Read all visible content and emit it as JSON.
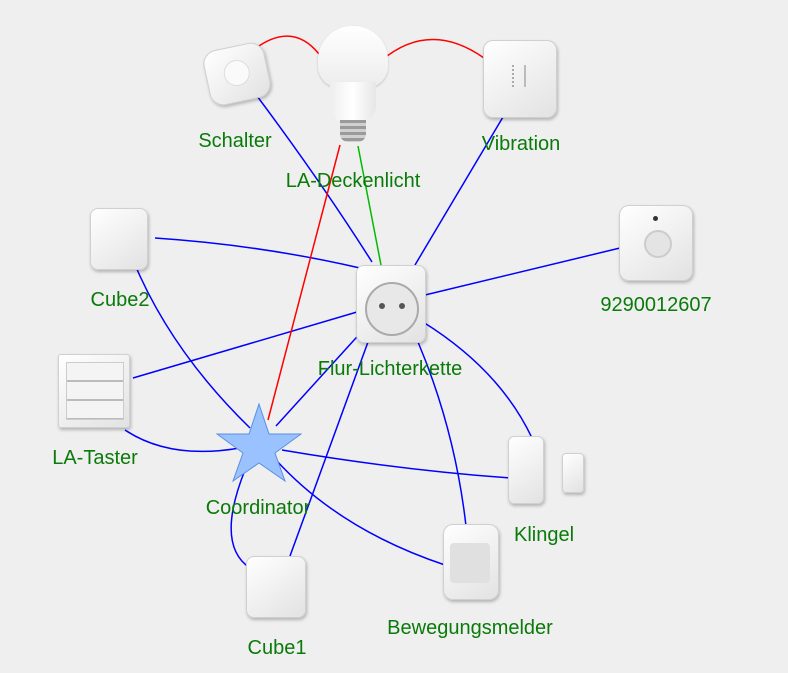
{
  "nodes": [
    {
      "id": "schalter",
      "label": "Schalter",
      "icon": "aqara-switch-icon"
    },
    {
      "id": "bulb",
      "label": "LA-Deckenlicht",
      "icon": "light-bulb-icon"
    },
    {
      "id": "vibration",
      "label": "Vibration",
      "icon": "vibration-sensor-icon"
    },
    {
      "id": "hue_motion",
      "label": "9290012607",
      "icon": "motion-sensor-icon"
    },
    {
      "id": "flur",
      "label": "Flur-Lichterkette",
      "icon": "smart-plug-icon"
    },
    {
      "id": "cube2",
      "label": "Cube2",
      "icon": "cube-icon"
    },
    {
      "id": "taster",
      "label": "LA-Taster",
      "icon": "wall-switch-icon"
    },
    {
      "id": "coordinator",
      "label": "Coordinator",
      "icon": "star-icon"
    },
    {
      "id": "klingel",
      "label": "Klingel",
      "icon": "door-sensor-icon"
    },
    {
      "id": "bewegung",
      "label": "Bewegungsmelder",
      "icon": "motion-sensor-icon"
    },
    {
      "id": "cube1",
      "label": "Cube1",
      "icon": "cube-icon"
    }
  ],
  "edges": [
    {
      "from": "schalter",
      "to": "flur",
      "color": "#0000ff"
    },
    {
      "from": "vibration",
      "to": "flur",
      "color": "#0000ff"
    },
    {
      "from": "hue_motion",
      "to": "flur",
      "color": "#0000ff"
    },
    {
      "from": "cube2",
      "to": "flur",
      "color": "#0000ff"
    },
    {
      "from": "taster",
      "to": "flur",
      "color": "#0000ff"
    },
    {
      "from": "taster",
      "to": "coordinator",
      "color": "#0000ff"
    },
    {
      "from": "cube2",
      "to": "coordinator",
      "color": "#0000ff"
    },
    {
      "from": "coordinator",
      "to": "flur",
      "color": "#0000ff"
    },
    {
      "from": "coordinator",
      "to": "klingel",
      "color": "#0000ff"
    },
    {
      "from": "coordinator",
      "to": "bewegung",
      "color": "#0000ff"
    },
    {
      "from": "coordinator",
      "to": "cube1",
      "color": "#0000ff"
    },
    {
      "from": "cube1",
      "to": "flur",
      "color": "#0000ff"
    },
    {
      "from": "flur",
      "to": "klingel",
      "color": "#0000ff"
    },
    {
      "from": "flur",
      "to": "bewegung",
      "color": "#0000ff"
    },
    {
      "from": "coordinator",
      "to": "bulb",
      "color": "#ff0000"
    },
    {
      "from": "schalter",
      "to": "bulb",
      "color": "#ff0000"
    },
    {
      "from": "bulb",
      "to": "vibration",
      "color": "#ff0000"
    },
    {
      "from": "bulb",
      "to": "flur",
      "color": "#00bb00"
    }
  ]
}
